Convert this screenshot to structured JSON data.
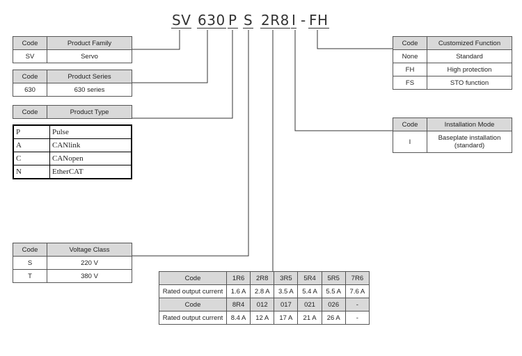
{
  "model_code": {
    "parts": [
      "SV",
      "630",
      "P",
      "S",
      "2R8",
      "I",
      "-",
      "FH"
    ]
  },
  "product_family": {
    "header": [
      "Code",
      "Product Family"
    ],
    "rows": [
      [
        "SV",
        "Servo"
      ]
    ]
  },
  "product_series": {
    "header": [
      "Code",
      "Product Series"
    ],
    "rows": [
      [
        "630",
        "630 series"
      ]
    ]
  },
  "product_type": {
    "header": [
      "Code",
      "Product Type"
    ],
    "rows": [
      [
        "P",
        "Pulse"
      ],
      [
        "A",
        "CANlink"
      ],
      [
        "C",
        "CANopen"
      ],
      [
        "N",
        "EtherCAT"
      ]
    ]
  },
  "voltage_class": {
    "header": [
      "Code",
      "Voltage Class"
    ],
    "rows": [
      [
        "S",
        "220 V"
      ],
      [
        "T",
        "380 V"
      ]
    ]
  },
  "customized_function": {
    "header": [
      "Code",
      "Customized Function"
    ],
    "rows": [
      [
        "None",
        "Standard"
      ],
      [
        "FH",
        "High protection"
      ],
      [
        "FS",
        "STO function"
      ]
    ]
  },
  "installation_mode": {
    "header": [
      "Code",
      "Installation Mode"
    ],
    "rows": [
      [
        "I",
        "Baseplate installation (standard)"
      ]
    ]
  },
  "rated_current": {
    "rows": [
      [
        "Code",
        "1R6",
        "2R8",
        "3R5",
        "5R4",
        "5R5",
        "7R6"
      ],
      [
        "Rated output current",
        "1.6 A",
        "2.8 A",
        "3.5 A",
        "5.4 A",
        "5.5 A",
        "7.6 A"
      ],
      [
        "Code",
        "8R4",
        "012",
        "017",
        "021",
        "026",
        "-"
      ],
      [
        "Rated output current",
        "8.4 A",
        "12 A",
        "17 A",
        "21 A",
        "26 A",
        "-"
      ]
    ]
  }
}
